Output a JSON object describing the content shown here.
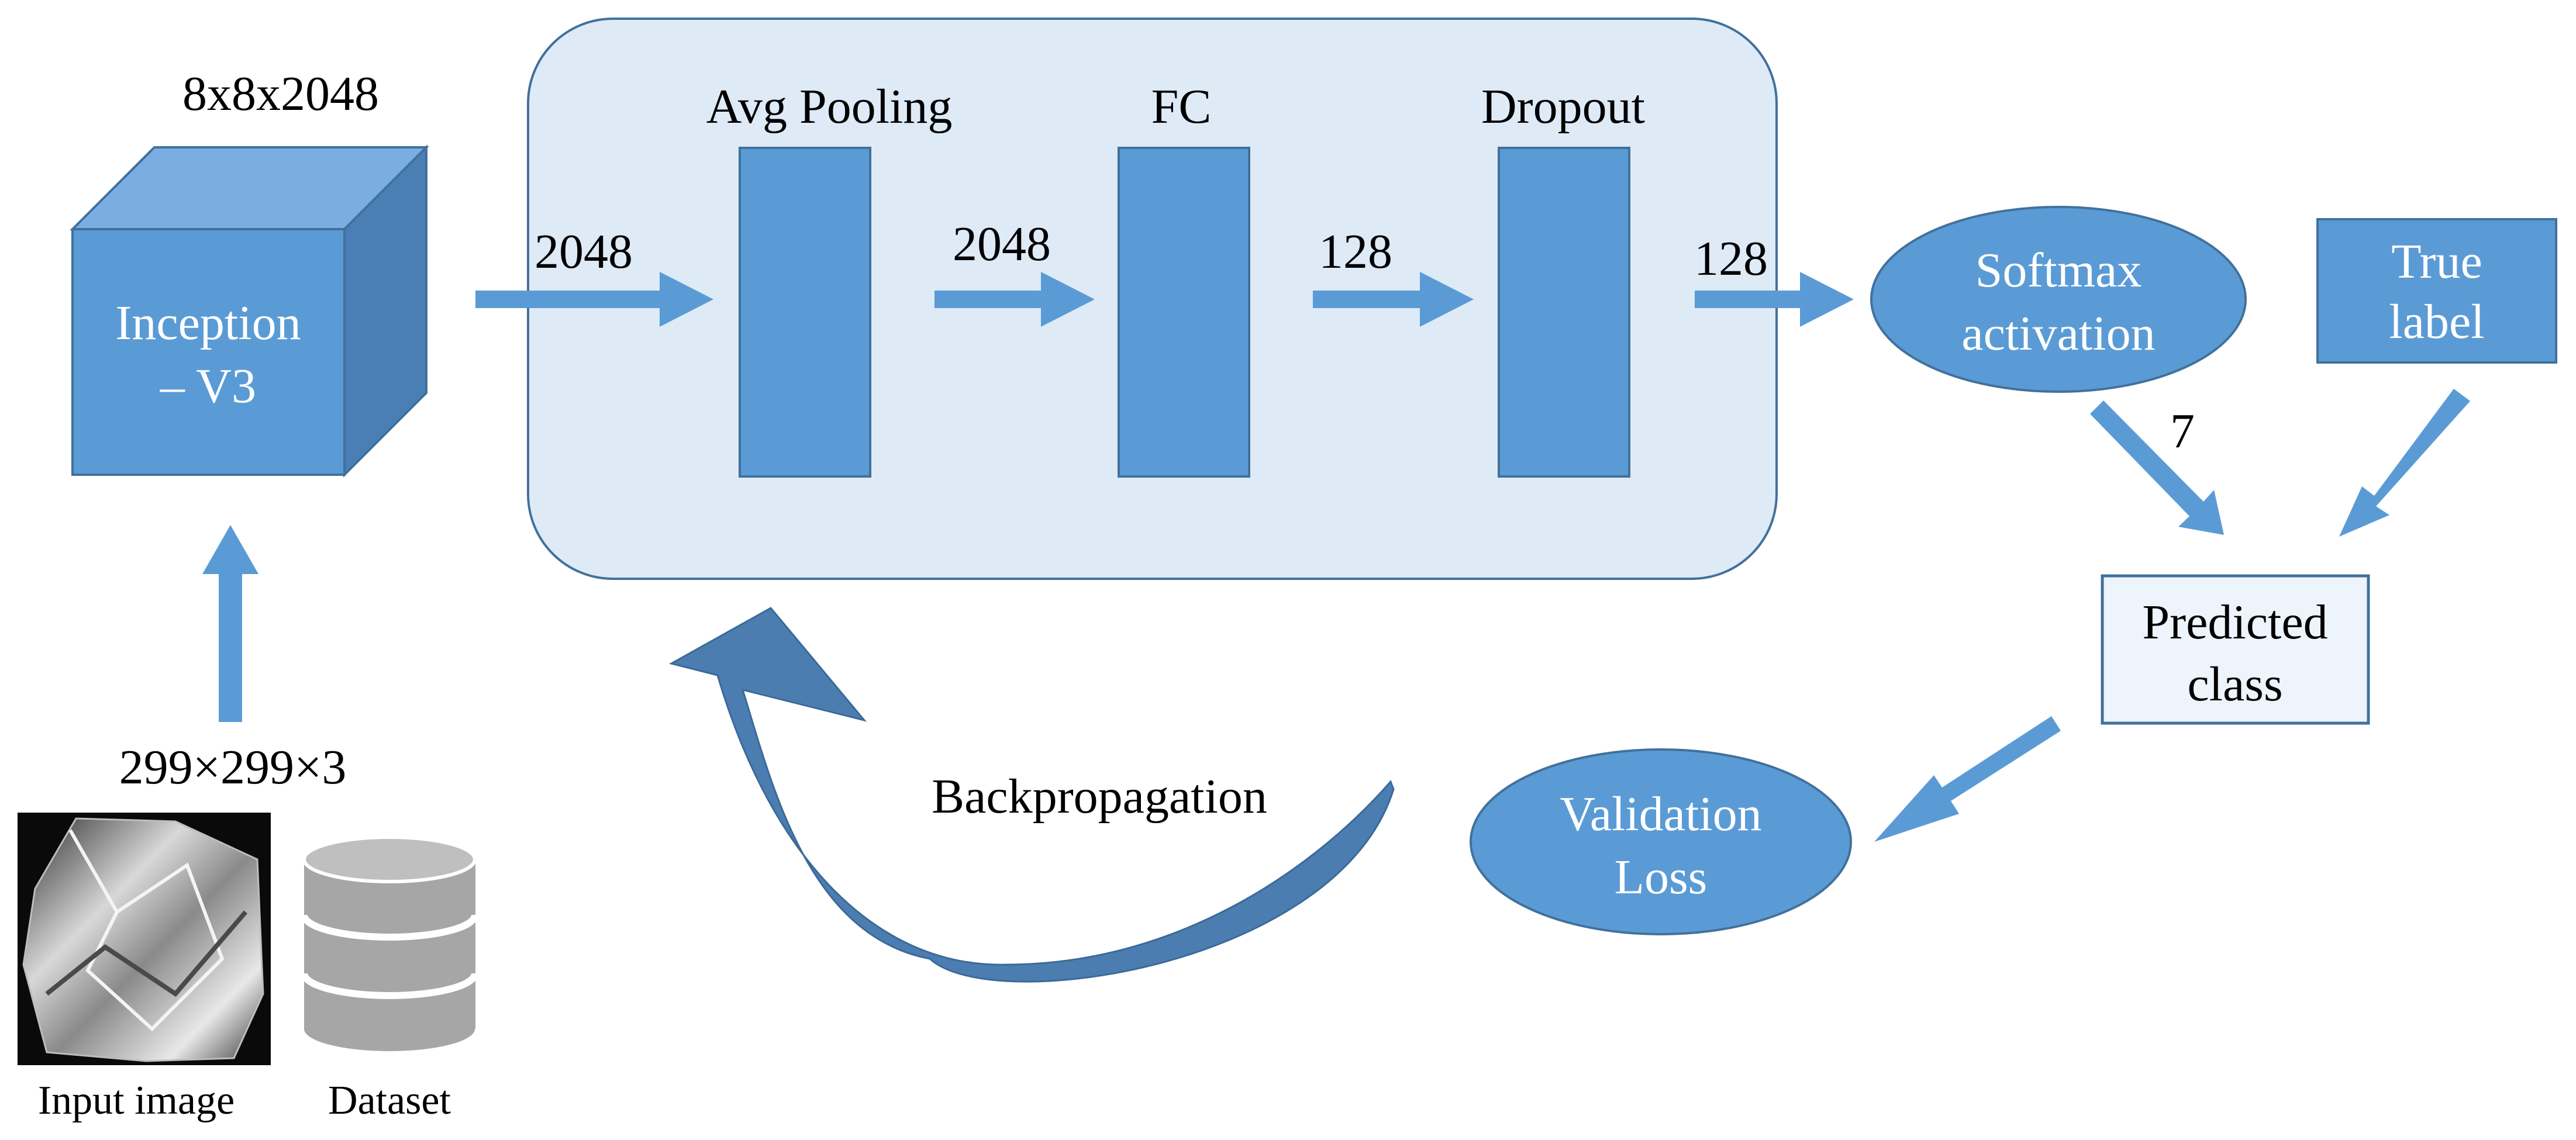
{
  "colors": {
    "primary": "#5b9bd5",
    "primary_dark": "#41719c",
    "cube_top": "#7aaee0",
    "cube_side": "#4a7fb5",
    "panel_fill": "#deeaf6",
    "box_light": "#eef4fb",
    "backprop": "#4b7db0"
  },
  "inception": {
    "dims": "8x8x2048",
    "label_line1": "Inception",
    "label_line2": "– V3"
  },
  "head": {
    "in_dim": "2048",
    "avg_pooling": "Avg Pooling",
    "pool_to_fc": "2048",
    "fc": "FC",
    "fc_to_dropout": "128",
    "dropout": "Dropout",
    "out_dim": "128"
  },
  "softmax": {
    "line1": "Softmax",
    "line2": "activation",
    "out_count": "7"
  },
  "true_label": {
    "line1": "True",
    "line2": "label"
  },
  "predicted": {
    "line1": "Predicted",
    "line2": "class"
  },
  "validation": {
    "line1": "Validation",
    "line2": "Loss"
  },
  "backprop_label": "Backpropagation",
  "input": {
    "dims": "299×299×3",
    "image_caption": "Input image",
    "dataset_caption": "Dataset"
  }
}
